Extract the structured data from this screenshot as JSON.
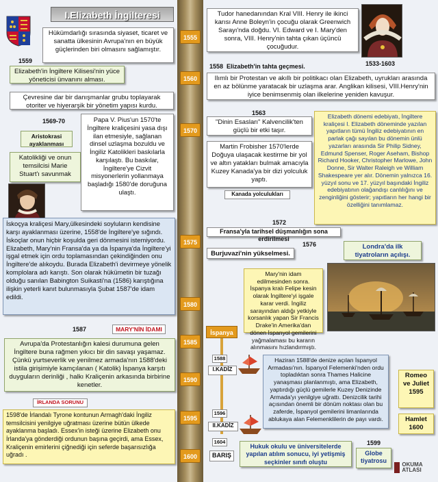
{
  "title": "I.Elizabeth İngilteresi",
  "timeline_years": [
    "1555",
    "1560",
    "1570",
    "1575",
    "1580",
    "1585",
    "1590",
    "1595",
    "1600"
  ],
  "left": {
    "year_1559": "1559",
    "b1": "Hükümdarlığı sırasında siyaset, ticaret ve sanatta ülkesinin Avrupa'nın en büyük güçlerinden biri olmasını sağlamıştır.",
    "b2": "Elizabeth'in İngiltere Kilisesi'nin yüce yöneticisi ünvanını alması.",
    "b3": "Çevresine dar bir danışmanlar grubu toplayarak otoriter ve hiyerarşik bir yönetim yapısı kurdu.",
    "year_1569": "1569-70",
    "aristokrasi": "Aristokrasi ayaklanması",
    "katolik": "Katolikliği ve onun temsilcisi Marie Stuart'ı savunmak",
    "papa": "Papa V. Pius'un 1570'te İngiltere kraliçesini yasa dışı ilan etmesiyle, sağlanan dinsel uzlaşma bozuldu ve İngiliz Katolikleri baskılarla karşılaştı. Bu baskılar, İngiltere'ye Cizvit misyonerlerin yollanmaya başladığı 1580'de doruğuna ulaştı.",
    "mary": "İskoçya kraliçesi Mary,ülkesindeki soyluların kendisine karşı ayaklanması üzerine, 1558'de İngiltere'ye sığındı. İskoçlar onun hiçbir koşulda geri dönmesini istemiyordu. Elizabeth, Mary'nin Fransa'da ya da İspanya'da İngiltere'yi işgal etmek için ordu toplamasından çekindiğinden onu İngiltere'de alıkoydu. Burada Elizabeth'i devirmeye yönelik komplolara adı karıştı. Son olarak hükümetin bir tuzağı olduğu sanılan Babington Suikasti'na (1586) karıştığına ilişkin yeterli kanıt bulunmasıyla Şubat 1587'de idam edildi.",
    "year_1587": "1587",
    "mary_idam": "MARY'NİN İDAMI",
    "protestan": "Avrupa'da Protestanlığın kalesi durumuna gelen İngiltere buna rağmen yıkıcı bir din savaşı yaşamaz. Çünkü yurtseverlik ve yenilmez armada'nın 1588'deki istila girişimiyle kamçılanan ( Katolik) İspanya karşıtı duyguların derinliği , halkı Kraliçenin arkasında birbirine kenetler.",
    "irlanda_title": "İRLANDA SORUNU",
    "irlanda": "1598'de İrlandalı Tyrone kontunun Armagh'daki İngiliz temsilcisini yenilgiye uğratması üzerine bütün ülkede ayaklanma başladı. Essex'in isteği üzerine Elizabeth onu İrlanda'ya gönderdiği ordunun başına geçirdi, ama Essex, Kraliçenin emirlerini çiğnediği için seferde başarısızlığa uğradı ."
  },
  "right": {
    "tudor": "Tudor hanedanından Kral VIII. Henry ile ikinci karısı Anne Boleyn'in çocuğu olarak Greenwich Sarayı'nda doğdu. VI. Edward ve I. Mary'den sonra, VIII. Henry'nin tahta çıkan üçüncü çocuğudur.",
    "year_1558": "1558",
    "tahta": "Elizabeth'in tahta geçmesi.",
    "year_1533": "1533-1603",
    "ilimli": "Ilımlı bir Protestan ve akıllı bir politikacı olan Elizabeth, uyrukları arasında en az bölünme yaratacak bir uzlaşma arar. Anglikan kilisesi, VIII.Henry'nin iyice benimsenmiş olan ilkelerine yeniden kavuşur.",
    "year_1563": "1563",
    "din": "\"Dinin Esasları\" Kalvencilik'ten güçlü bir etki taşır.",
    "edebiyat": "Elizabeth dönemi edebiyatı, İngiltere kraliçesi I. Elizabeth döneminde yazılan yapıtların tümü İngiliz edebiyatının en parlak çağı sayılan bu dönemin ünlü yazarları arasında Sir Philip Sidney, Edmund Spenser, Roger Aseham, Bishop Richard Hooker, Christopher Marlowe, John Donne, Sir Walter Raleigh ve William Shakespeare yer alır. Dönemin yalnızca 16. yüzyıl sonu ve 17. yüzyıl başındaki İngiliz edebiyatının olağandışı canlılığını ve zenginliğini gösterir; yapıtların her hangi bir özelliğini tanımlamaz.",
    "frobisher": "Martin Frobisher 1570'lerde Doğuya ulaşacak kestirme bir yol ve altın yatakları bulmak amacıyla Kuzey Kanada'ya bir dizi yolculuk yaptı.",
    "kanada": "Kanada yolculukları",
    "year_1572": "1572",
    "fransa": "Fransa'yla tarihsel düşmanlığın sona erdirilmesi",
    "year_1576": "1576",
    "burjuvazi": "Burjuvazi'nin yükselmesi.",
    "londra": "Londra'da ilk tiyatroların açılışı.",
    "mary_idam": "Mary'nin idam edilmesinden sonra. İspanya kralı Felipe kesin olarak İngiltere'yi işgale karar verdi. İngiliz sarayından aldığı yetkiyle korsanlık yapan Sir Francis Drake'in Amerika'dan dönen İspanyol gemilerini yağmalaması bu kararın alınmasını hızlandırmıştı.",
    "ispanya": "İspanya",
    "year_1588": "1588",
    "kadiz1": "I.KADİZ",
    "haziran": "Haziran 1588'de denize açılan İspanyol Armadası'nın. İspanyol Felemenki'nden ordu topladıktan sonra Thames Halicine yanaşması planlanmıştı, ama Elizabeth, yaptırdığı güçlü gemilerle Kuzey Denizinde Armada'yı yenilgiye uğrattı. Denizcilik tarihi açısından önemli bir dönüm noktası olan bu zaferde, İspanyol gemilerini limanlarında ablukaya alan Felemenklilerin de payı vardı.",
    "romeo": "Romeo ve Juliet 1595",
    "year_1596": "1596",
    "kadiz2": "II.KADİZ",
    "year_1604": "1604",
    "baris": "BARIŞ",
    "hukuk": "Hukuk okulu ve üniversitelerde yapılan atılım sonucu, iyi yetişmiş seçkinler sınıfı oluştu",
    "year_1599": "1599",
    "globe": "Globe tiyatrosu",
    "hamlet": "Hamlet 1600",
    "logo": "OKUMA ATLASI"
  }
}
